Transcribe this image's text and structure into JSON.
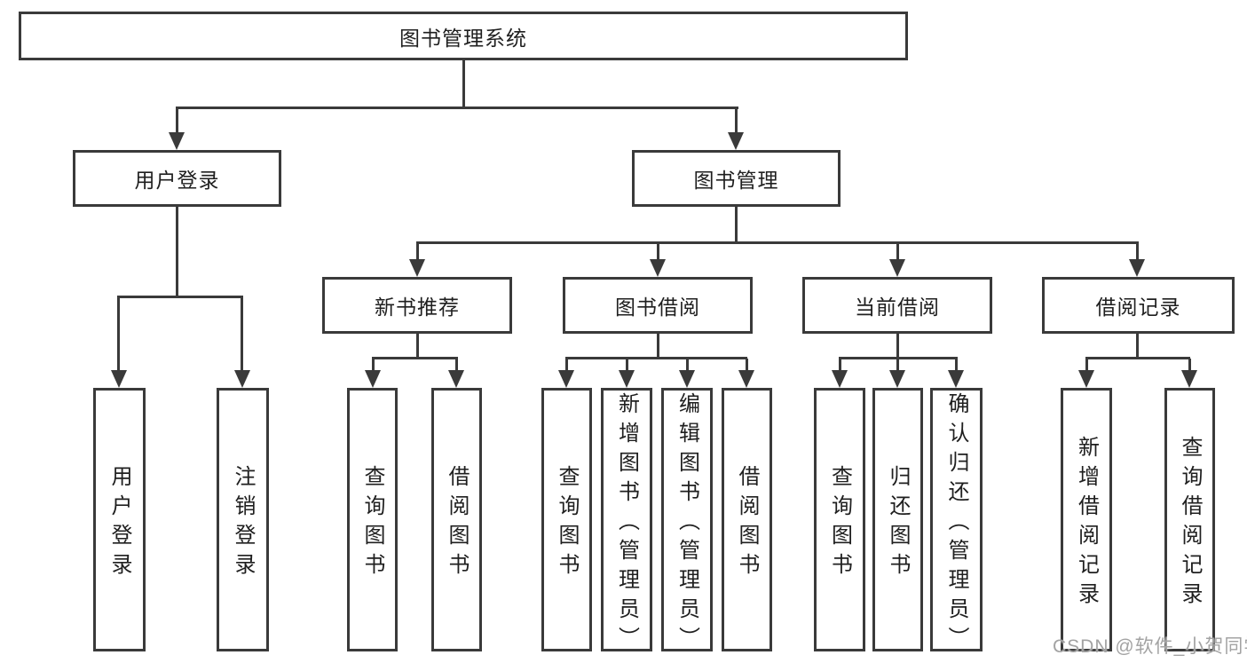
{
  "colors": {
    "line": "#3a3a3a",
    "text": "#1f1f1f",
    "bg": "#ffffff",
    "wm": "#a3a3a3"
  },
  "watermark": {
    "text": "CSDN @软件_小贺同学"
  },
  "diagram": {
    "root": {
      "label": "图书管理系统"
    },
    "branches": [
      {
        "label": "用户登录",
        "children": [
          "用户登录",
          "注销登录"
        ]
      },
      {
        "label": "图书管理",
        "groups": [
          {
            "label": "新书推荐",
            "children": [
              "查询图书",
              "借阅图书"
            ]
          },
          {
            "label": "图书借阅",
            "children": [
              "查询图书",
              "新增图书（管理员）",
              "编辑图书（管理员）",
              "借阅图书"
            ]
          },
          {
            "label": "当前借阅",
            "children": [
              "查询图书",
              "归还图书",
              "确认归还（管理员）"
            ]
          },
          {
            "label": "借阅记录",
            "children": [
              "新增借阅记录",
              "查询借阅记录"
            ]
          }
        ]
      }
    ]
  }
}
